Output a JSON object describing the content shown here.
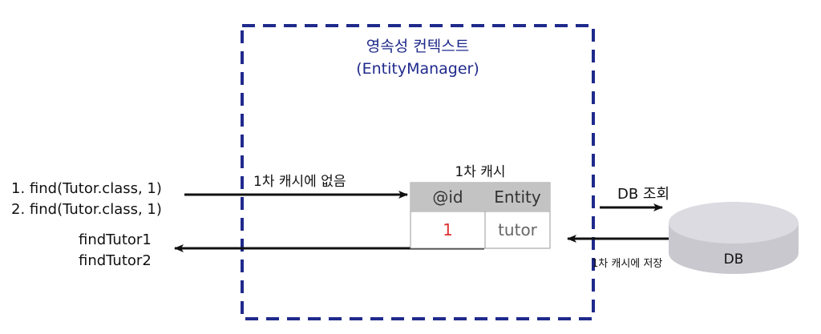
{
  "persistence_context": {
    "title_line1": "영속성 컨텍스트",
    "title_line2": "(EntityManager)"
  },
  "requests": {
    "line1": "1. find(Tutor.class, 1)",
    "line2": "2. find(Tutor.class, 1)"
  },
  "responses": {
    "line1": "findTutor1",
    "line2": "findTutor2"
  },
  "cache_miss_label": "1차 캐시에 없음",
  "first_level_cache": {
    "title": "1차 캐시",
    "headers": [
      "@id",
      "Entity"
    ],
    "row": [
      "1",
      "tutor"
    ]
  },
  "db_query_label": "DB 조회",
  "cache_save_label": "1차 캐시에 저장",
  "database": {
    "label": "DB"
  },
  "colors": {
    "context_border": "#1f2a8c",
    "arrow": "#111111",
    "header_bg": "#c3c3c3",
    "id_value": "#e03131",
    "db_fill": "#dcdbe1"
  }
}
